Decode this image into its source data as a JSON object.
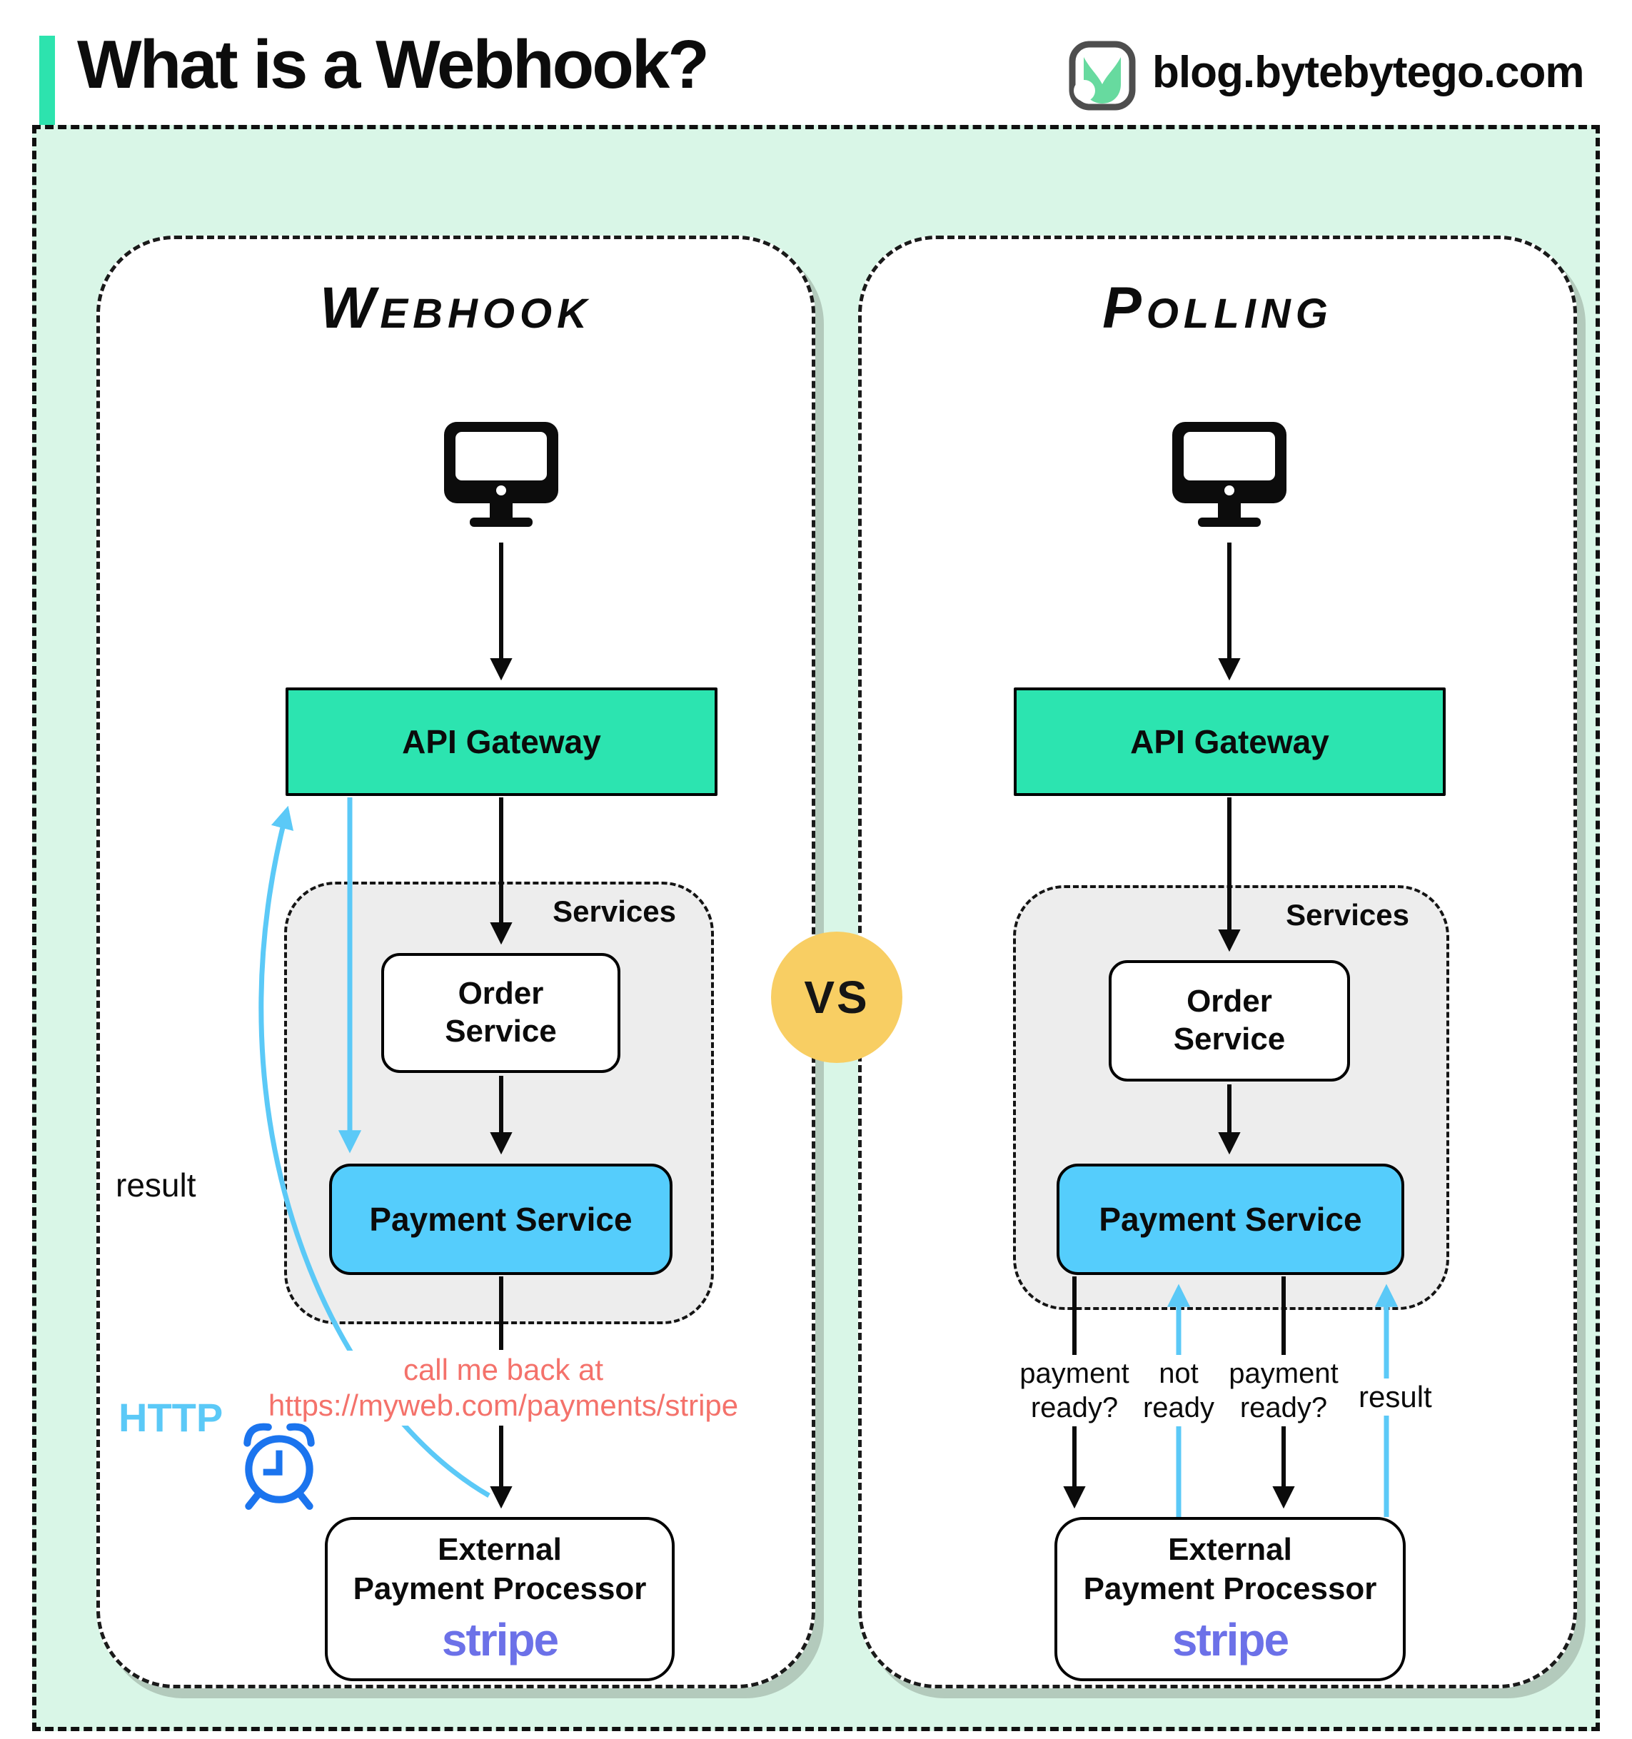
{
  "header": {
    "title": "What is a Webhook?",
    "site": "blog.bytebytego.com"
  },
  "vs_label": "VS",
  "webhook": {
    "title": "Webhook",
    "api_gateway": "API Gateway",
    "services_label": "Services",
    "order_line1": "Order",
    "order_line2": "Service",
    "payment_service": "Payment Service",
    "note_line1": "call me back at",
    "note_line2": "https://myweb.com/payments/stripe",
    "result_label": "result",
    "http_label": "HTTP",
    "external_line1": "External",
    "external_line2": "Payment Processor",
    "stripe_label": "stripe"
  },
  "polling": {
    "title": "Polling",
    "api_gateway": "API Gateway",
    "services_label": "Services",
    "order_line1": "Order",
    "order_line2": "Service",
    "payment_service": "Payment Service",
    "q1_line1": "payment",
    "q1_line2": "ready?",
    "r1_line1": "not",
    "r1_line2": "ready",
    "q2_line1": "payment",
    "q2_line2": "ready?",
    "result_label": "result",
    "external_line1": "External",
    "external_line2": "Payment Processor",
    "stripe_label": "stripe"
  },
  "icons": {
    "logo": "bytebytego-logo-icon",
    "client": "desktop-computer-icon",
    "clock": "alarm-clock-icon"
  },
  "colors": {
    "mint_background": "#d9f6e7",
    "accent_teal": "#2de3ae",
    "gateway_green": "#2ce4b0",
    "payment_blue": "#55cdfc",
    "arrow_blue": "#5bc9f7",
    "clock_blue": "#1b74ee",
    "note_red": "#f4726b",
    "stripe_purple": "#6c71e8",
    "vs_yellow": "#f8ce63",
    "services_gray": "#ededed"
  }
}
